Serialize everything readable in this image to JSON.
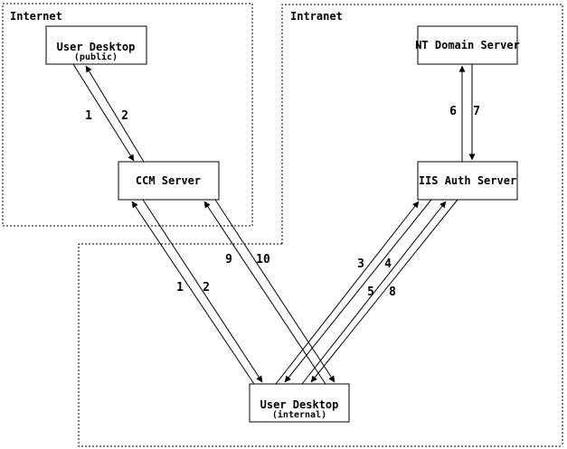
{
  "diagram": {
    "type": "network-flow-diagram",
    "colors": {
      "background": "#ffffff",
      "line": "#000000"
    },
    "regions": [
      {
        "id": "internet",
        "label": "Internet"
      },
      {
        "id": "intranet",
        "label": "Intranet"
      }
    ],
    "nodes": [
      {
        "id": "user-desktop-public",
        "label": "User Desktop",
        "sublabel": "(public)",
        "region": "internet"
      },
      {
        "id": "ccm-server",
        "label": "CCM Server",
        "region": "internet"
      },
      {
        "id": "nt-domain-server",
        "label": "NT Domain Server",
        "region": "intranet"
      },
      {
        "id": "iis-auth-server",
        "label": "IIS Auth Server",
        "region": "intranet"
      },
      {
        "id": "user-desktop-internal",
        "label": "User Desktop",
        "sublabel": "(internal)",
        "region": "intranet"
      }
    ],
    "edges": [
      {
        "label": "1",
        "from": "user-desktop-public",
        "to": "ccm-server"
      },
      {
        "label": "2",
        "from": "ccm-server",
        "to": "user-desktop-public"
      },
      {
        "label": "1",
        "from": "user-desktop-internal",
        "to": "ccm-server"
      },
      {
        "label": "2",
        "from": "ccm-server",
        "to": "user-desktop-internal"
      },
      {
        "label": "9",
        "from": "user-desktop-internal",
        "to": "ccm-server"
      },
      {
        "label": "10",
        "from": "ccm-server",
        "to": "user-desktop-internal"
      },
      {
        "label": "3",
        "from": "user-desktop-internal",
        "to": "iis-auth-server"
      },
      {
        "label": "4",
        "from": "iis-auth-server",
        "to": "user-desktop-internal"
      },
      {
        "label": "5",
        "from": "user-desktop-internal",
        "to": "iis-auth-server"
      },
      {
        "label": "8",
        "from": "iis-auth-server",
        "to": "user-desktop-internal"
      },
      {
        "label": "6",
        "from": "iis-auth-server",
        "to": "nt-domain-server"
      },
      {
        "label": "7",
        "from": "nt-domain-server",
        "to": "iis-auth-server"
      }
    ]
  }
}
